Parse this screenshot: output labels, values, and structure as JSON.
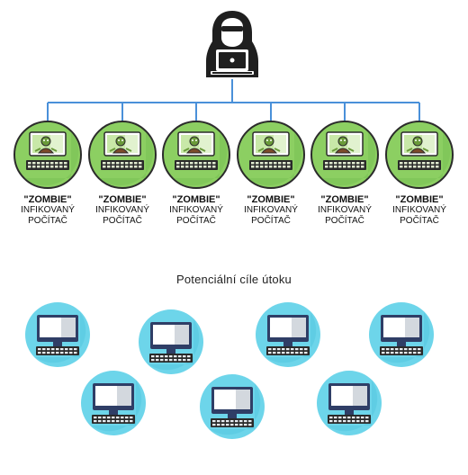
{
  "colors": {
    "connector": "#4a90d9",
    "zombie_circle": "#8ccf62",
    "zombie_circle_dark": "#5fae43",
    "zombie_outline": "#2b2b2b",
    "target_circle": "#6dd5ea",
    "target_circle_dark": "#38b7d3",
    "monitor_frame": "#2f3e66",
    "keyboard": "#2a2a2a",
    "hacker": "#1f1f1f"
  },
  "attacker": {
    "icon": "hacker-with-laptop-icon"
  },
  "zombies": [
    {
      "line1": "\"ZOMBIE\"",
      "line2": "INFIKOVANÝ",
      "line3": "POČÍTAČ"
    },
    {
      "line1": "\"ZOMBIE\"",
      "line2": "INFIKOVANÝ",
      "line3": "POČÍTAČ"
    },
    {
      "line1": "\"ZOMBIE\"",
      "line2": "INFIKOVANÝ",
      "line3": "POČÍTAČ"
    },
    {
      "line1": "\"ZOMBIE\"",
      "line2": "INFIKOVANÝ",
      "line3": "POČÍTAČ"
    },
    {
      "line1": "\"ZOMBIE\"",
      "line2": "INFIKOVANÝ",
      "line3": "POČÍTAČ"
    },
    {
      "line1": "\"ZOMBIE\"",
      "line2": "INFIKOVANÝ",
      "line3": "POČÍTAČ"
    }
  ],
  "targets_title": "Potenciální cíle útoku",
  "targets": [
    {
      "icon": "desktop-computer-icon"
    },
    {
      "icon": "desktop-computer-icon"
    },
    {
      "icon": "desktop-computer-icon"
    },
    {
      "icon": "desktop-computer-icon"
    },
    {
      "icon": "desktop-computer-icon"
    },
    {
      "icon": "desktop-computer-icon"
    },
    {
      "icon": "desktop-computer-icon"
    }
  ]
}
